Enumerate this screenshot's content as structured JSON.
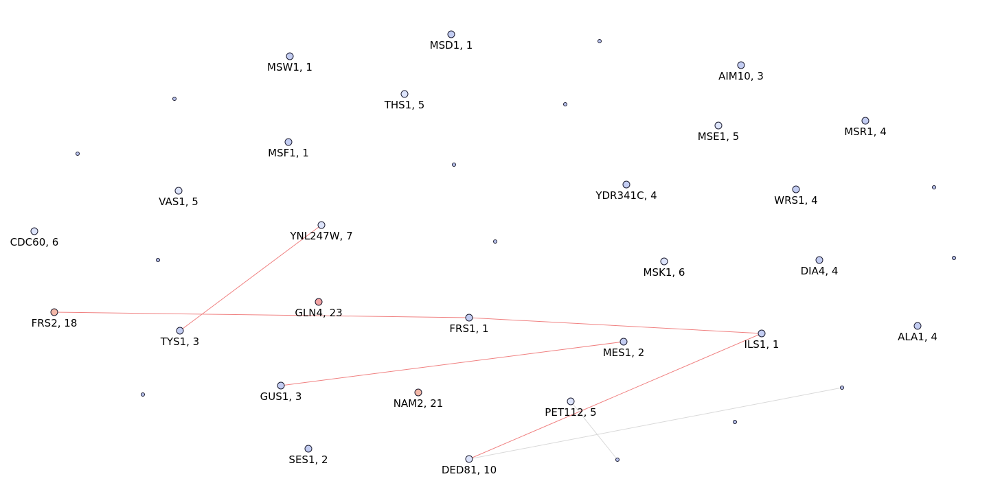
{
  "colors": {
    "node_default": "#c3cdf2",
    "node_small": "#b8c2ec",
    "node_light": "#dde4fb",
    "node_high": "#f2a3a3",
    "node_mid": "#f3b8a8",
    "edge_red": "#f08080",
    "edge_gray": "#d9d9d9",
    "stroke": "#1a1a2e"
  },
  "nodes": [
    {
      "id": "msd1",
      "label": "MSD1, 1",
      "color": "node_default",
      "size": "large"
    },
    {
      "id": "msw1",
      "label": "MSW1, 1",
      "color": "node_default",
      "size": "large"
    },
    {
      "id": "ths1",
      "label": "THS1, 5",
      "color": "node_light",
      "size": "large"
    },
    {
      "id": "msf1",
      "label": "MSF1, 1",
      "color": "node_default",
      "size": "large"
    },
    {
      "id": "aim10",
      "label": "AIM10, 3",
      "color": "node_default",
      "size": "large"
    },
    {
      "id": "mse1",
      "label": "MSE1, 5",
      "color": "node_light",
      "size": "large"
    },
    {
      "id": "msr1",
      "label": "MSR1, 4",
      "color": "node_default",
      "size": "large"
    },
    {
      "id": "vas1",
      "label": "VAS1, 5",
      "color": "node_light",
      "size": "large"
    },
    {
      "id": "ydr341c",
      "label": "YDR341C, 4",
      "color": "node_default",
      "size": "large"
    },
    {
      "id": "wrs1",
      "label": "WRS1, 4",
      "color": "node_default",
      "size": "large"
    },
    {
      "id": "cdc60",
      "label": "CDC60, 6",
      "color": "node_light",
      "size": "large"
    },
    {
      "id": "ynl247w",
      "label": "YNL247W, 7",
      "color": "node_light",
      "size": "large"
    },
    {
      "id": "msk1",
      "label": "MSK1, 6",
      "color": "node_light",
      "size": "large"
    },
    {
      "id": "dia4",
      "label": "DIA4, 4",
      "color": "node_default",
      "size": "large"
    },
    {
      "id": "gln4",
      "label": "GLN4, 23",
      "color": "node_high",
      "size": "large"
    },
    {
      "id": "frs2",
      "label": "FRS2, 18",
      "color": "node_mid",
      "size": "large"
    },
    {
      "id": "frs1",
      "label": "FRS1, 1",
      "color": "node_default",
      "size": "large"
    },
    {
      "id": "tys1",
      "label": "TYS1, 3",
      "color": "node_default",
      "size": "large"
    },
    {
      "id": "ils1",
      "label": "ILS1, 1",
      "color": "node_default",
      "size": "large"
    },
    {
      "id": "ala1",
      "label": "ALA1, 4",
      "color": "node_default",
      "size": "large"
    },
    {
      "id": "mes1",
      "label": "MES1, 2",
      "color": "node_default",
      "size": "large"
    },
    {
      "id": "gus1",
      "label": "GUS1, 3",
      "color": "node_default",
      "size": "large"
    },
    {
      "id": "nam2",
      "label": "NAM2, 21",
      "color": "node_mid",
      "size": "large"
    },
    {
      "id": "pet112",
      "label": "PET112, 5",
      "color": "node_light",
      "size": "large"
    },
    {
      "id": "ses1",
      "label": "SES1, 2",
      "color": "node_default",
      "size": "large"
    },
    {
      "id": "ded81",
      "label": "DED81, 10",
      "color": "node_light",
      "size": "large"
    },
    {
      "id": "s1",
      "label": "",
      "color": "node_small",
      "size": "small"
    },
    {
      "id": "s2",
      "label": "",
      "color": "node_small",
      "size": "small"
    },
    {
      "id": "s3",
      "label": "",
      "color": "node_small",
      "size": "small"
    },
    {
      "id": "s4",
      "label": "",
      "color": "node_small",
      "size": "small"
    },
    {
      "id": "s5",
      "label": "",
      "color": "node_small",
      "size": "small"
    },
    {
      "id": "s6",
      "label": "",
      "color": "node_small",
      "size": "small"
    },
    {
      "id": "s7",
      "label": "",
      "color": "node_small",
      "size": "small"
    },
    {
      "id": "s8",
      "label": "",
      "color": "node_small",
      "size": "small"
    },
    {
      "id": "s9",
      "label": "",
      "color": "node_small",
      "size": "small"
    },
    {
      "id": "s10",
      "label": "",
      "color": "node_small",
      "size": "small"
    },
    {
      "id": "s11",
      "label": "",
      "color": "node_small",
      "size": "small"
    },
    {
      "id": "s12",
      "label": "",
      "color": "node_small",
      "size": "small"
    },
    {
      "id": "s13",
      "label": "",
      "color": "node_small",
      "size": "small"
    },
    {
      "id": "s14",
      "label": "",
      "color": "node_small",
      "size": "small"
    }
  ],
  "edges": [
    {
      "from": "frs2",
      "to": "frs1",
      "color": "edge_red"
    },
    {
      "from": "frs1",
      "to": "ils1",
      "color": "edge_red"
    },
    {
      "from": "tys1",
      "to": "ynl247w",
      "color": "edge_red"
    },
    {
      "from": "gus1",
      "to": "mes1",
      "color": "edge_red"
    },
    {
      "from": "ded81",
      "to": "ils1",
      "color": "edge_red"
    },
    {
      "from": "ded81",
      "to": "s11",
      "color": "edge_gray"
    },
    {
      "from": "pet112",
      "to": "s13",
      "color": "edge_gray"
    }
  ]
}
